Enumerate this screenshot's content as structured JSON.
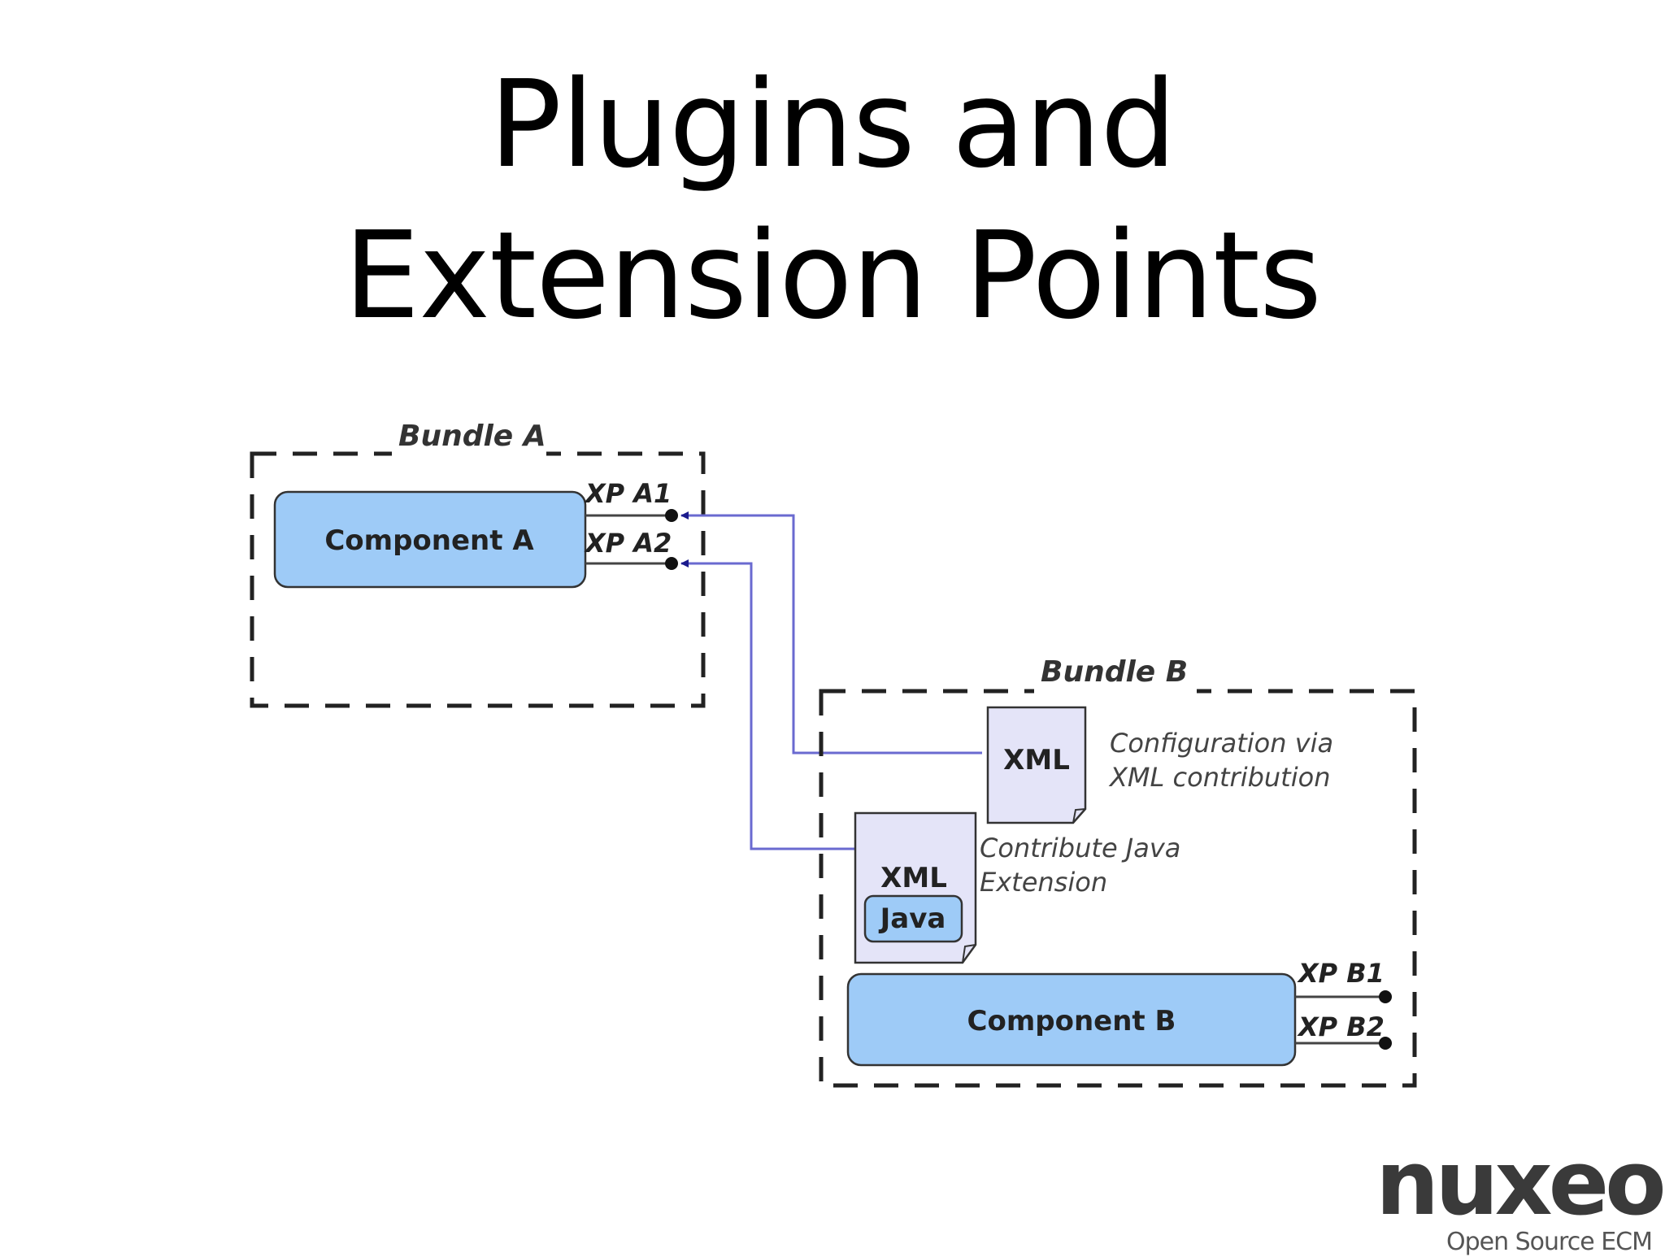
{
  "slide": {
    "title_line1": "Plugins and",
    "title_line2": "Extension Points"
  },
  "diagram": {
    "bundle_a": {
      "label": "Bundle A",
      "component": "Component A",
      "extension_points": [
        "XP A1",
        "XP A2"
      ]
    },
    "bundle_b": {
      "label": "Bundle B",
      "component": "Component B",
      "extension_points": [
        "XP B1",
        "XP B2"
      ],
      "xml_doc": {
        "label": "XML",
        "caption": [
          "Configuration via",
          "XML contribution"
        ]
      },
      "java_doc": {
        "xml_label": "XML",
        "java_label": "Java",
        "caption": [
          "Contribute Java",
          "Extension"
        ]
      }
    },
    "colors": {
      "component_fill": "#9ecbf7",
      "document_fill": "#e4e4f8",
      "connector": "#6a6ad0",
      "arrow_head": "#1a1a8c",
      "outline": "#222222"
    }
  },
  "logo": {
    "brand": "nuxeo",
    "tagline": "Open Source ECM"
  }
}
